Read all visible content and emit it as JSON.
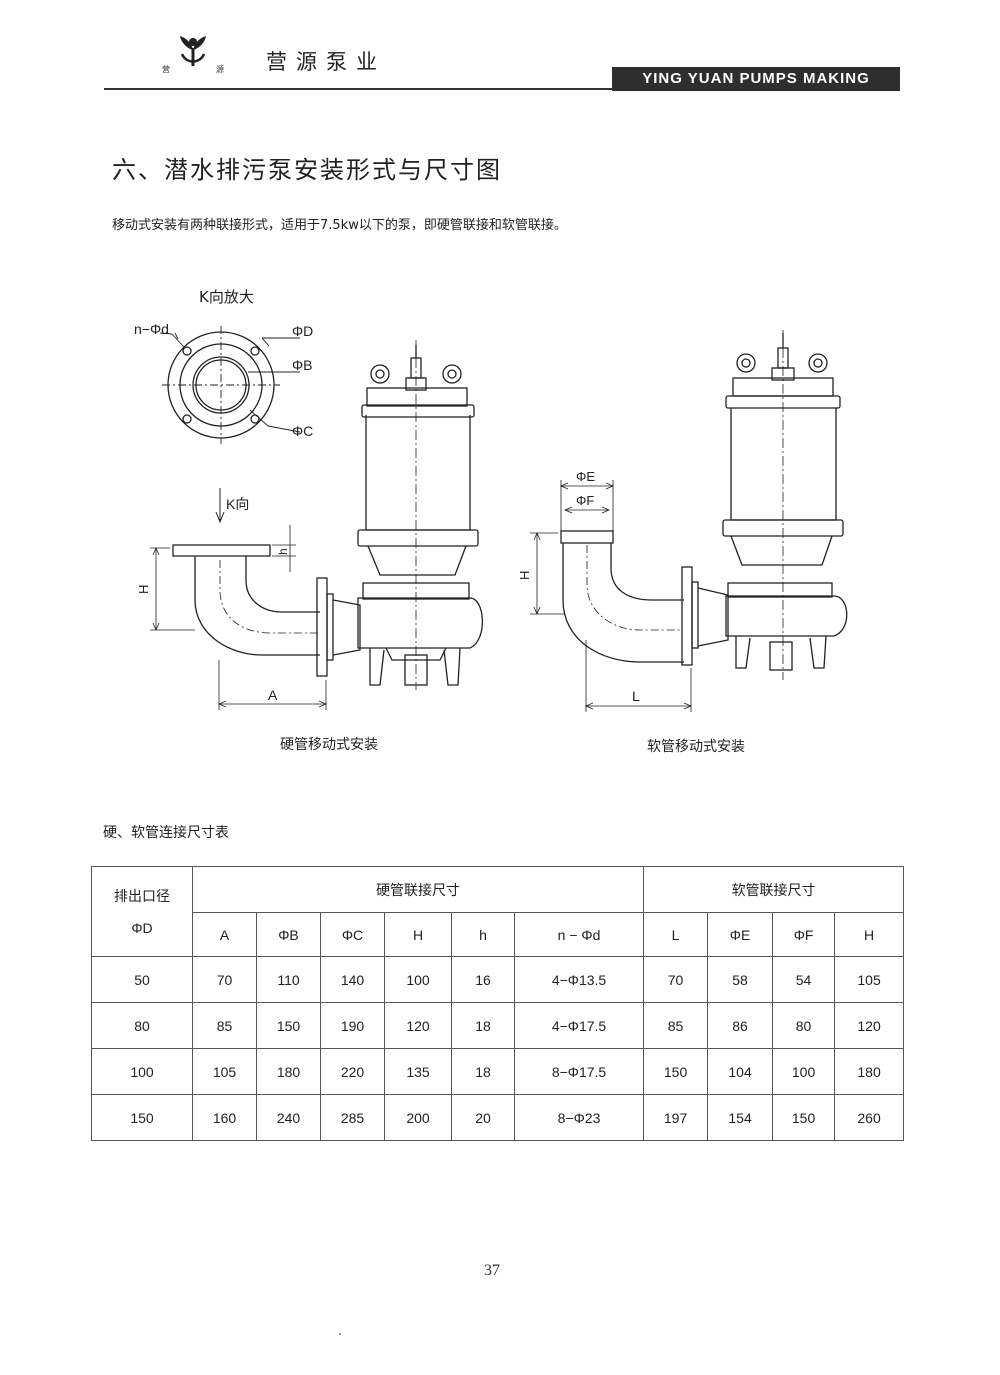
{
  "header": {
    "logo_small_left": "营",
    "logo_small_right": "源",
    "company_cn": "营源泵业",
    "brand_en": "YING YUAN PUMPS MAKING"
  },
  "section_title": "六、潜水排污泵安装形式与尺寸图",
  "intro_text": "移动式安装有两种联接形式，适用于7.5kw以下的泵，即硬管联接和软管联接。",
  "flange_view": {
    "title": "K向放大",
    "labels": {
      "nd": "n−Φd",
      "D": "ΦD",
      "B": "ΦB",
      "C": "ΦC"
    }
  },
  "rigid_drawing": {
    "k_arrow": "K向",
    "dim_H": "H",
    "dim_h": "h",
    "dim_A": "A",
    "caption": "硬管移动式安装"
  },
  "soft_drawing": {
    "dim_E": "ΦE",
    "dim_F": "ΦF",
    "dim_H": "H",
    "dim_L": "L",
    "caption": "软管移动式安装"
  },
  "table": {
    "title": "硬、软管连接尺寸表",
    "outlet_header_line1": "排出口径",
    "outlet_header_line2": "ΦD",
    "rigid_group": "硬管联接尺寸",
    "soft_group": "软管联接尺寸",
    "rigid_columns": [
      "A",
      "ΦB",
      "ΦC",
      "H",
      "h",
      "n − Φd"
    ],
    "soft_columns": [
      "L",
      "ΦE",
      "ΦF",
      "H"
    ],
    "rows": [
      [
        "50",
        "70",
        "110",
        "140",
        "100",
        "16",
        "4−Φ13.5",
        "70",
        "58",
        "54",
        "105"
      ],
      [
        "80",
        "85",
        "150",
        "190",
        "120",
        "18",
        "4−Φ17.5",
        "85",
        "86",
        "80",
        "120"
      ],
      [
        "100",
        "105",
        "180",
        "220",
        "135",
        "18",
        "8−Φ17.5",
        "150",
        "104",
        "100",
        "180"
      ],
      [
        "150",
        "160",
        "240",
        "285",
        "200",
        "20",
        "8−Φ23",
        "197",
        "154",
        "150",
        "260"
      ]
    ]
  },
  "page_number": "37"
}
